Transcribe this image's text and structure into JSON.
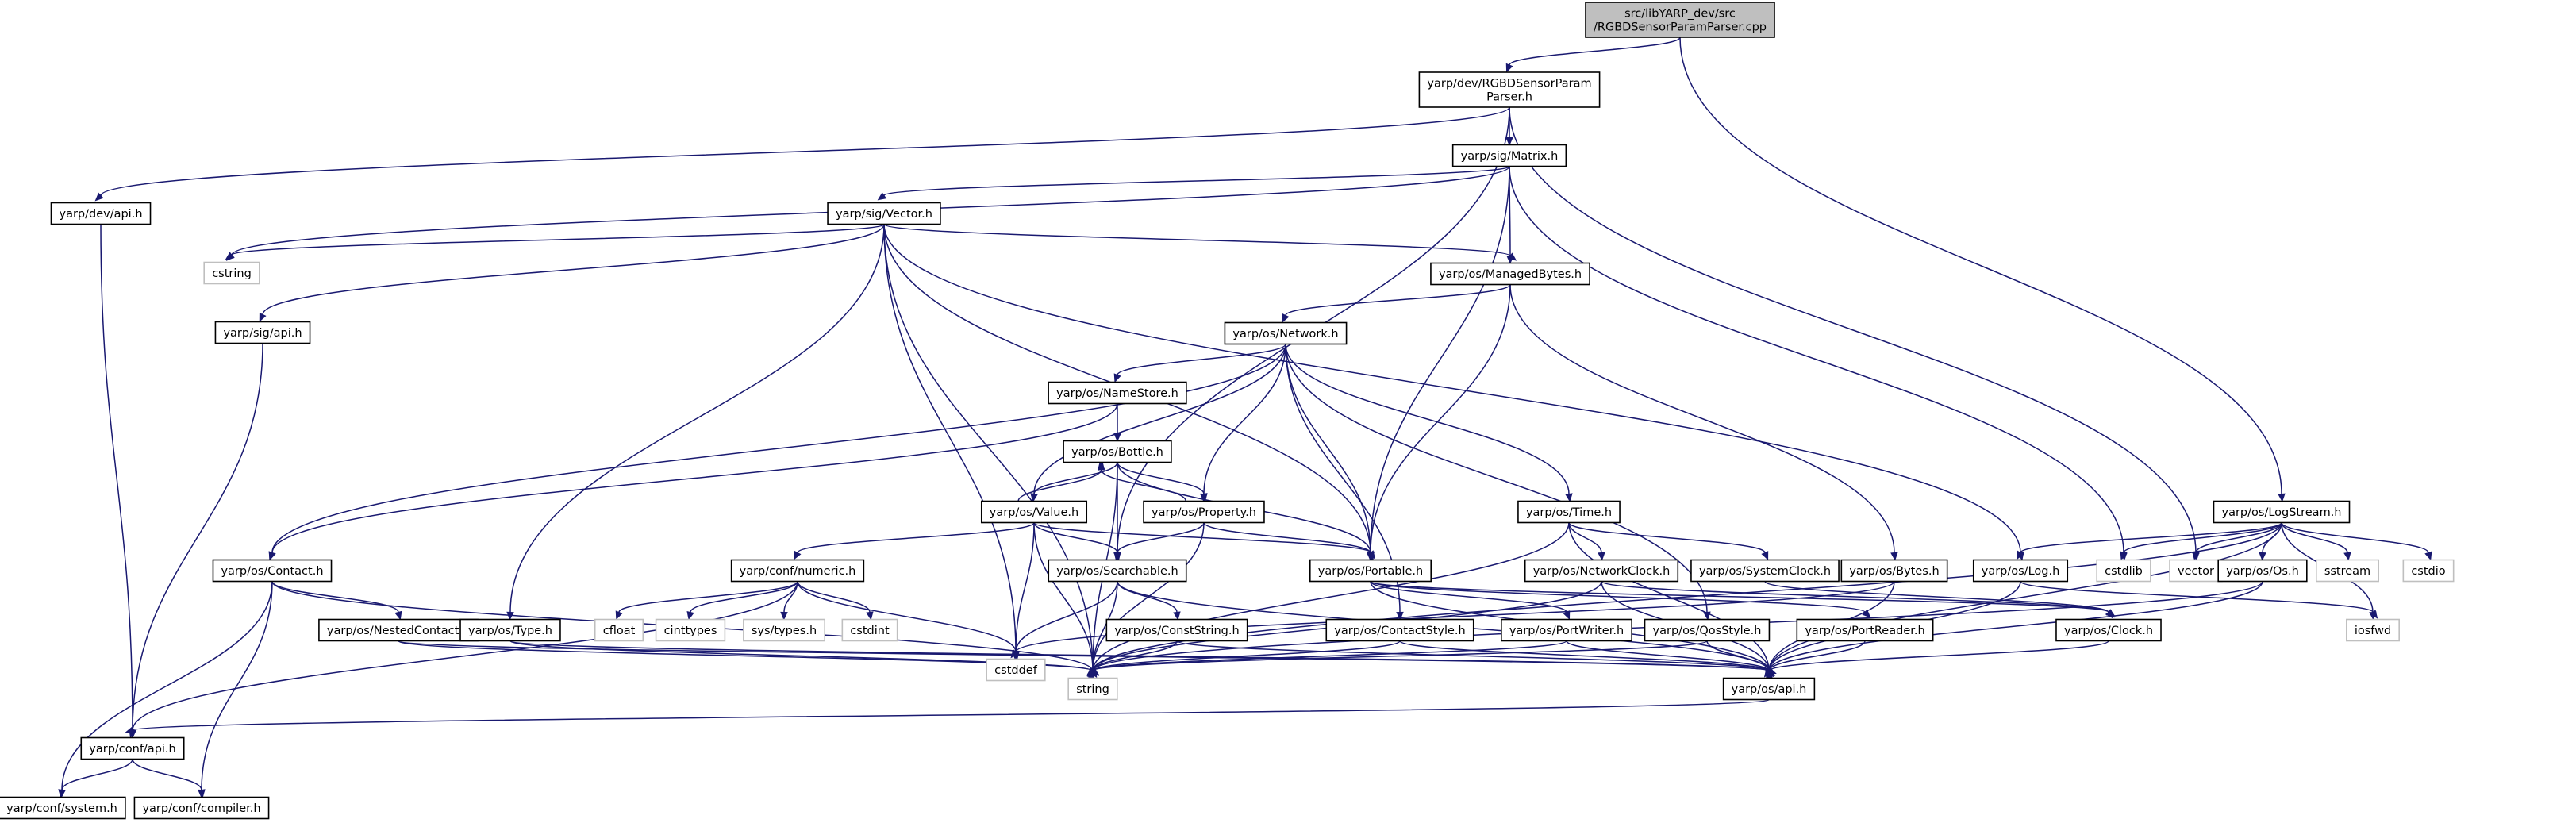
{
  "colors": {
    "edge": "#191970",
    "node_border": "#000000",
    "external_border": "#bfbfbf",
    "root_fill": "#bfbfbf",
    "background": "#ffffff"
  },
  "nodes": [
    {
      "id": "root",
      "lines": [
        "src/libYARP_dev/src",
        "/RGBDSensorParamParser.cpp"
      ],
      "kind": "root"
    },
    {
      "id": "paramparser",
      "lines": [
        "yarp/dev/RGBDSensorParam",
        "Parser.h"
      ]
    },
    {
      "id": "devapi",
      "lines": [
        "yarp/dev/api.h"
      ]
    },
    {
      "id": "matrix",
      "lines": [
        "yarp/sig/Matrix.h"
      ]
    },
    {
      "id": "logstream",
      "lines": [
        "yarp/os/LogStream.h"
      ]
    },
    {
      "id": "vector_h",
      "lines": [
        "yarp/sig/Vector.h"
      ]
    },
    {
      "id": "cstring",
      "lines": [
        "cstring"
      ],
      "kind": "external"
    },
    {
      "id": "sigapi",
      "lines": [
        "yarp/sig/api.h"
      ]
    },
    {
      "id": "managedbytes",
      "lines": [
        "yarp/os/ManagedBytes.h"
      ]
    },
    {
      "id": "network",
      "lines": [
        "yarp/os/Network.h"
      ]
    },
    {
      "id": "namestore",
      "lines": [
        "yarp/os/NameStore.h"
      ]
    },
    {
      "id": "bottle",
      "lines": [
        "yarp/os/Bottle.h"
      ]
    },
    {
      "id": "value",
      "lines": [
        "yarp/os/Value.h"
      ]
    },
    {
      "id": "property",
      "lines": [
        "yarp/os/Property.h"
      ]
    },
    {
      "id": "time",
      "lines": [
        "yarp/os/Time.h"
      ]
    },
    {
      "id": "contact",
      "lines": [
        "yarp/os/Contact.h"
      ]
    },
    {
      "id": "numeric",
      "lines": [
        "yarp/conf/numeric.h"
      ]
    },
    {
      "id": "searchable",
      "lines": [
        "yarp/os/Searchable.h"
      ]
    },
    {
      "id": "portable",
      "lines": [
        "yarp/os/Portable.h"
      ]
    },
    {
      "id": "networkclock",
      "lines": [
        "yarp/os/NetworkClock.h"
      ]
    },
    {
      "id": "systemclock",
      "lines": [
        "yarp/os/SystemClock.h"
      ]
    },
    {
      "id": "bytes",
      "lines": [
        "yarp/os/Bytes.h"
      ]
    },
    {
      "id": "log",
      "lines": [
        "yarp/os/Log.h"
      ]
    },
    {
      "id": "cstdlib",
      "lines": [
        "cstdlib"
      ],
      "kind": "external"
    },
    {
      "id": "vector",
      "lines": [
        "vector"
      ],
      "kind": "external"
    },
    {
      "id": "os",
      "lines": [
        "yarp/os/Os.h"
      ]
    },
    {
      "id": "sstream",
      "lines": [
        "sstream"
      ],
      "kind": "external"
    },
    {
      "id": "cstdio",
      "lines": [
        "cstdio"
      ],
      "kind": "external"
    },
    {
      "id": "nestedcontact",
      "lines": [
        "yarp/os/NestedContact.h"
      ]
    },
    {
      "id": "type",
      "lines": [
        "yarp/os/Type.h"
      ]
    },
    {
      "id": "cfloat",
      "lines": [
        "cfloat"
      ],
      "kind": "external"
    },
    {
      "id": "cinttypes",
      "lines": [
        "cinttypes"
      ],
      "kind": "external"
    },
    {
      "id": "systypes",
      "lines": [
        "sys/types.h"
      ],
      "kind": "external"
    },
    {
      "id": "cstdint",
      "lines": [
        "cstdint"
      ],
      "kind": "external"
    },
    {
      "id": "cstddef",
      "lines": [
        "cstddef"
      ],
      "kind": "external"
    },
    {
      "id": "conststring",
      "lines": [
        "yarp/os/ConstString.h"
      ]
    },
    {
      "id": "contactstyle",
      "lines": [
        "yarp/os/ContactStyle.h"
      ]
    },
    {
      "id": "portwriter",
      "lines": [
        "yarp/os/PortWriter.h"
      ]
    },
    {
      "id": "qosstyle",
      "lines": [
        "yarp/os/QosStyle.h"
      ]
    },
    {
      "id": "portreader",
      "lines": [
        "yarp/os/PortReader.h"
      ]
    },
    {
      "id": "clock",
      "lines": [
        "yarp/os/Clock.h"
      ]
    },
    {
      "id": "iosfwd",
      "lines": [
        "iosfwd"
      ],
      "kind": "external"
    },
    {
      "id": "string",
      "lines": [
        "string"
      ],
      "kind": "external"
    },
    {
      "id": "osapi",
      "lines": [
        "yarp/os/api.h"
      ]
    },
    {
      "id": "confapi",
      "lines": [
        "yarp/conf/api.h"
      ]
    },
    {
      "id": "confsystem",
      "lines": [
        "yarp/conf/system.h"
      ]
    },
    {
      "id": "confcompiler",
      "lines": [
        "yarp/conf/compiler.h"
      ]
    }
  ],
  "edges": [
    [
      "root",
      "paramparser"
    ],
    [
      "root",
      "logstream"
    ],
    [
      "paramparser",
      "devapi"
    ],
    [
      "paramparser",
      "matrix"
    ],
    [
      "paramparser",
      "searchable"
    ],
    [
      "paramparser",
      "vector"
    ],
    [
      "devapi",
      "confapi"
    ],
    [
      "matrix",
      "vector_h"
    ],
    [
      "matrix",
      "managedbytes"
    ],
    [
      "matrix",
      "portable"
    ],
    [
      "matrix",
      "cstring"
    ],
    [
      "matrix",
      "cstdlib"
    ],
    [
      "vector_h",
      "cstring"
    ],
    [
      "vector_h",
      "sigapi"
    ],
    [
      "vector_h",
      "managedbytes"
    ],
    [
      "vector_h",
      "portable"
    ],
    [
      "vector_h",
      "type"
    ],
    [
      "vector_h",
      "cstddef"
    ],
    [
      "vector_h",
      "string"
    ],
    [
      "vector_h",
      "log"
    ],
    [
      "sigapi",
      "confapi"
    ],
    [
      "managedbytes",
      "network"
    ],
    [
      "managedbytes",
      "portable"
    ],
    [
      "managedbytes",
      "bytes"
    ],
    [
      "network",
      "namestore"
    ],
    [
      "network",
      "contact"
    ],
    [
      "network",
      "value"
    ],
    [
      "network",
      "property"
    ],
    [
      "network",
      "portable"
    ],
    [
      "network",
      "time"
    ],
    [
      "network",
      "contactstyle"
    ],
    [
      "network",
      "qosstyle"
    ],
    [
      "namestore",
      "bottle"
    ],
    [
      "namestore",
      "contact"
    ],
    [
      "bottle",
      "value"
    ],
    [
      "bottle",
      "property"
    ],
    [
      "bottle",
      "searchable"
    ],
    [
      "bottle",
      "portable"
    ],
    [
      "bottle",
      "string"
    ],
    [
      "value",
      "bottle"
    ],
    [
      "value",
      "numeric"
    ],
    [
      "value",
      "searchable"
    ],
    [
      "value",
      "portable"
    ],
    [
      "value",
      "cstddef"
    ],
    [
      "value",
      "string"
    ],
    [
      "property",
      "bottle"
    ],
    [
      "property",
      "searchable"
    ],
    [
      "property",
      "portable"
    ],
    [
      "property",
      "string"
    ],
    [
      "time",
      "networkclock"
    ],
    [
      "time",
      "systemclock"
    ],
    [
      "time",
      "string"
    ],
    [
      "time",
      "osapi"
    ],
    [
      "contact",
      "nestedcontact"
    ],
    [
      "contact",
      "string"
    ],
    [
      "contact",
      "confsystem"
    ],
    [
      "contact",
      "confcompiler"
    ],
    [
      "numeric",
      "cfloat"
    ],
    [
      "numeric",
      "cinttypes"
    ],
    [
      "numeric",
      "systypes"
    ],
    [
      "numeric",
      "cstdint"
    ],
    [
      "numeric",
      "cstddef"
    ],
    [
      "numeric",
      "confapi"
    ],
    [
      "searchable",
      "cstddef"
    ],
    [
      "searchable",
      "conststring"
    ],
    [
      "searchable",
      "string"
    ],
    [
      "searchable",
      "osapi"
    ],
    [
      "portable",
      "portwriter"
    ],
    [
      "portable",
      "portreader"
    ],
    [
      "portable",
      "osapi"
    ],
    [
      "portable",
      "clock"
    ],
    [
      "networkclock",
      "clock"
    ],
    [
      "networkclock",
      "osapi"
    ],
    [
      "networkclock",
      "string"
    ],
    [
      "systemclock",
      "clock"
    ],
    [
      "bytes",
      "cstddef"
    ],
    [
      "bytes",
      "osapi"
    ],
    [
      "log",
      "iosfwd"
    ],
    [
      "log",
      "osapi"
    ],
    [
      "logstream",
      "log"
    ],
    [
      "logstream",
      "cstdlib"
    ],
    [
      "logstream",
      "vector"
    ],
    [
      "logstream",
      "os"
    ],
    [
      "logstream",
      "sstream"
    ],
    [
      "logstream",
      "cstdio"
    ],
    [
      "logstream",
      "iosfwd"
    ],
    [
      "logstream",
      "string"
    ],
    [
      "logstream",
      "osapi"
    ],
    [
      "os",
      "osapi"
    ],
    [
      "os",
      "string"
    ],
    [
      "nestedcontact",
      "string"
    ],
    [
      "nestedcontact",
      "osapi"
    ],
    [
      "type",
      "string"
    ],
    [
      "type",
      "osapi"
    ],
    [
      "conststring",
      "string"
    ],
    [
      "conststring",
      "osapi"
    ],
    [
      "contactstyle",
      "string"
    ],
    [
      "contactstyle",
      "osapi"
    ],
    [
      "portwriter",
      "string"
    ],
    [
      "portwriter",
      "osapi"
    ],
    [
      "qosstyle",
      "osapi"
    ],
    [
      "qosstyle",
      "string"
    ],
    [
      "portreader",
      "osapi"
    ],
    [
      "clock",
      "osapi"
    ],
    [
      "osapi",
      "confapi"
    ],
    [
      "confapi",
      "confsystem"
    ],
    [
      "confapi",
      "confcompiler"
    ]
  ]
}
